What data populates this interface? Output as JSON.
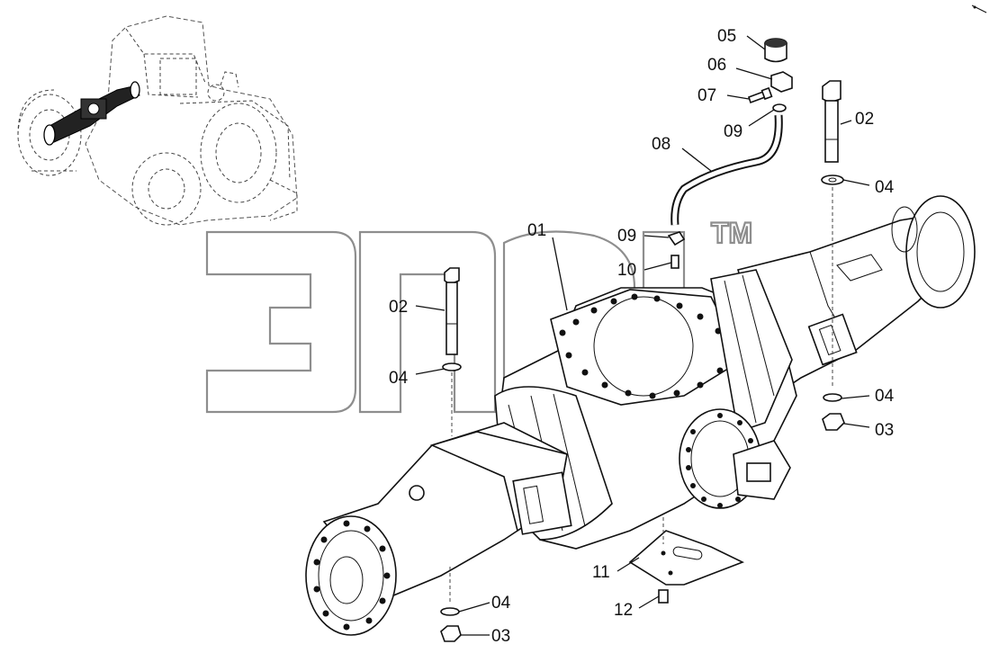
{
  "watermark": {
    "text": "элав",
    "trademark": "TM",
    "color": "#8e8e8e"
  },
  "callouts": {
    "c01": "01",
    "c02_top": "02",
    "c02_left": "02",
    "c03_right": "03",
    "c03_bottom": "03",
    "c04_top": "04",
    "c04_left": "04",
    "c04_right": "04",
    "c04_bottom": "04",
    "c05": "05",
    "c06": "06",
    "c07": "07",
    "c08": "08",
    "c09_top": "09",
    "c09_mid": "09",
    "c10": "10",
    "c11": "11",
    "c12": "12"
  },
  "icons": [
    "tractor-locator-icon",
    "axle-assembly-icon"
  ]
}
